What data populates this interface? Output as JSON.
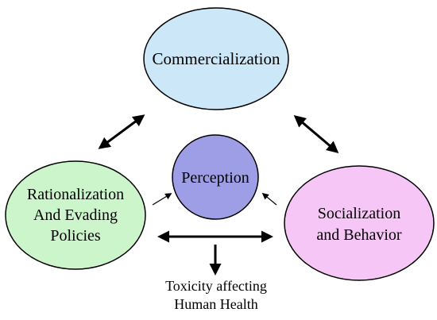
{
  "nodes": {
    "commercialization": {
      "label": "Commercialization",
      "fill": "#cce8f8"
    },
    "perception": {
      "label": "Perception",
      "fill": "#9e9ee6"
    },
    "rationalization": {
      "lines": [
        "Rationalization",
        "And Evading",
        "Policies"
      ],
      "fill": "#ccf5cc"
    },
    "socialization": {
      "lines": [
        "Socialization",
        "and Behavior"
      ],
      "fill": "#f6c6f6"
    }
  },
  "outcome": {
    "lines": [
      "Toxicity affecting",
      "Human Health"
    ]
  },
  "colors": {
    "stroke": "#000000",
    "arrow": "#000000"
  }
}
